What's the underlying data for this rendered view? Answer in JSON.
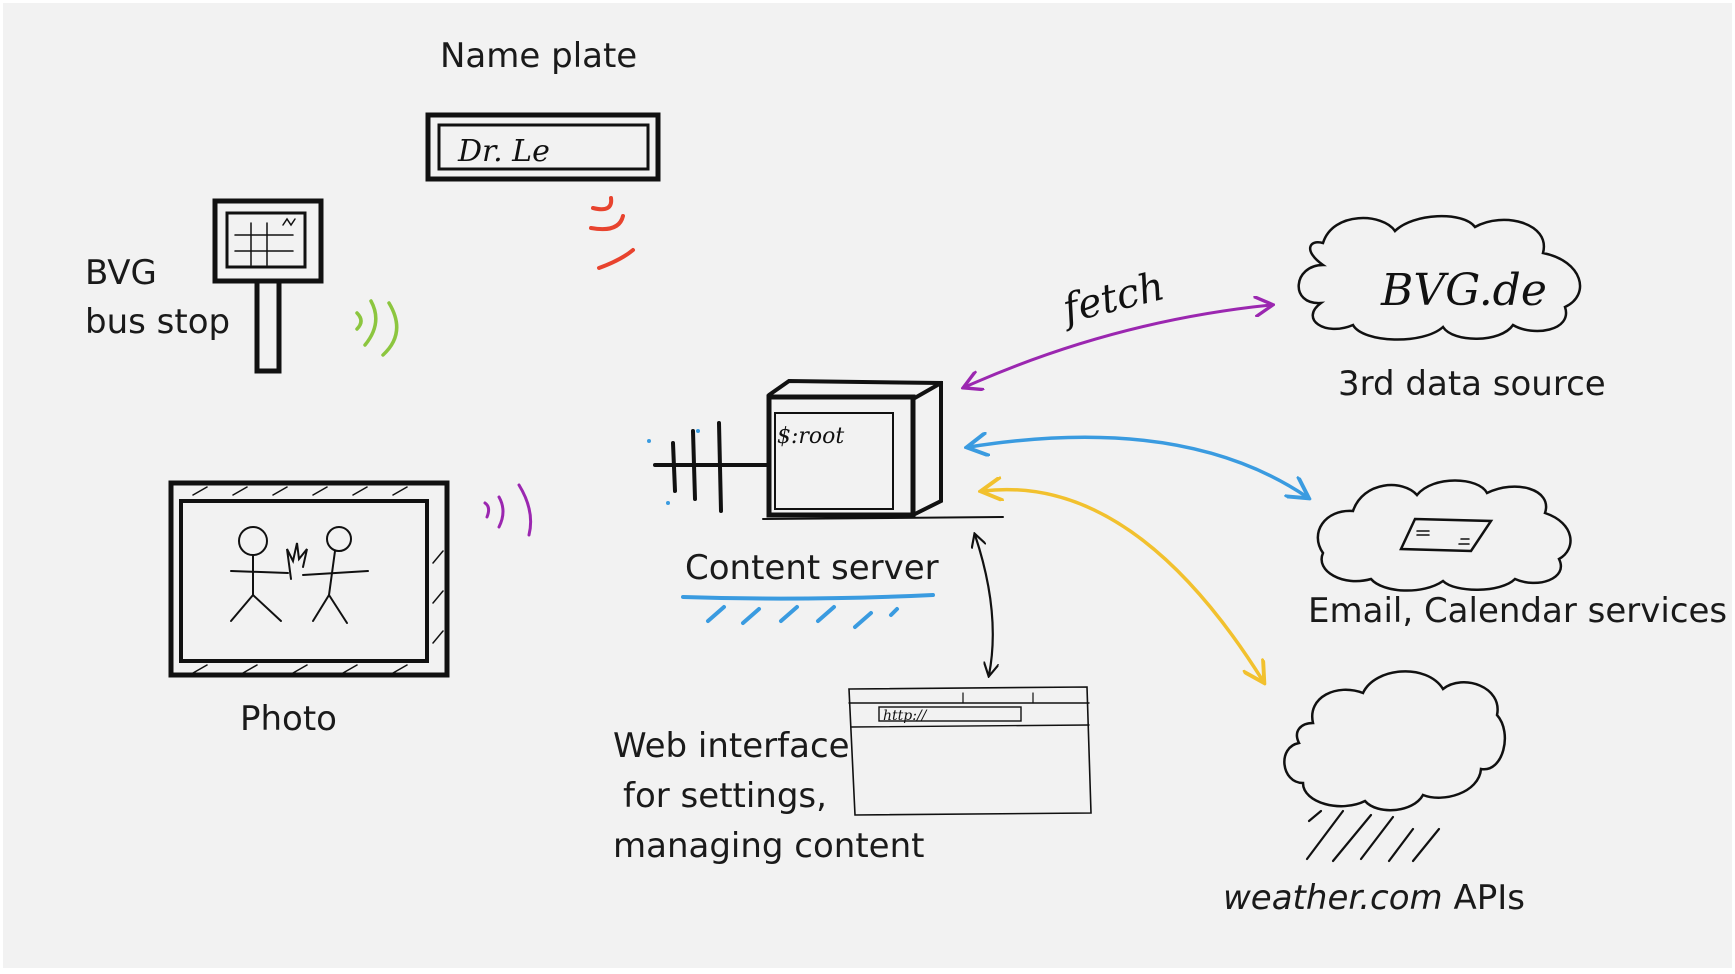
{
  "labels": {
    "name_plate": "Name plate",
    "name_plate_text": "Dr. Le",
    "bus_stop_line1": "BVG",
    "bus_stop_line2": "bus stop",
    "photo": "Photo",
    "content_server": "Content server",
    "server_screen": "$:root",
    "web_interface_line1": "Web interface",
    "web_interface_line2": "for settings,",
    "web_interface_line3": "managing content",
    "browser_url": "http://",
    "fetch": "fetch",
    "bvg_cloud": "BVG.de",
    "third_party": "3rd data source",
    "email_calendar": "Email, Calendar services",
    "weather_italic": "weather.com",
    "weather_rest": " APIs"
  },
  "colors": {
    "background": "#f2f2f2",
    "ink": "#111111",
    "wireless_nameplate": "#e8432e",
    "wireless_busstop": "#8cc63f",
    "wireless_photo": "#9b27b0",
    "fetch_arrow": "#9b27b0",
    "email_arrow": "#3a9be0",
    "weather_arrow": "#f2c12e",
    "server_underline": "#3a9be0"
  }
}
